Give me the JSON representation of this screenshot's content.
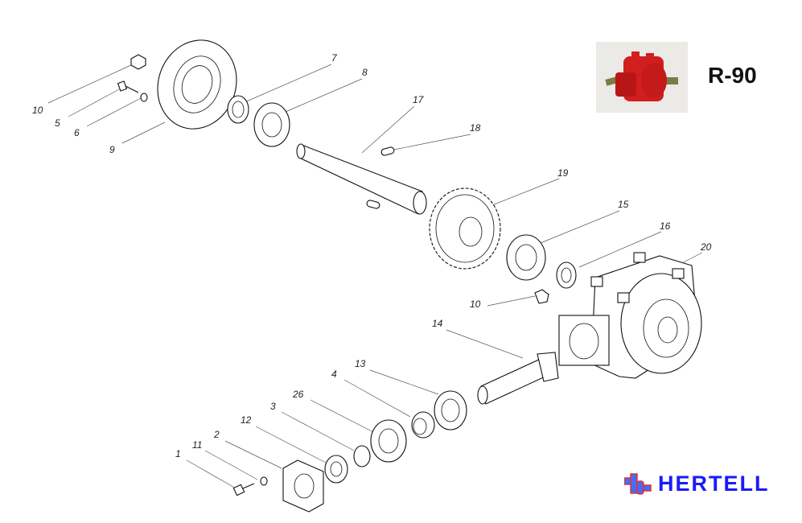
{
  "model": "R-90",
  "brand": {
    "name": "HERTELL",
    "text_color": "#1a1aff",
    "mark_fill": "#4a6cf0",
    "mark_stroke": "#e0303a"
  },
  "photo": {
    "body_color": "#d21e1e",
    "shaft_color": "#7d7a45"
  },
  "callouts": [
    "10",
    "5",
    "6",
    "9",
    "7",
    "8",
    "17",
    "18",
    "19",
    "15",
    "16",
    "20",
    "10",
    "14",
    "13",
    "4",
    "26",
    "3",
    "12",
    "2",
    "11",
    "1"
  ]
}
